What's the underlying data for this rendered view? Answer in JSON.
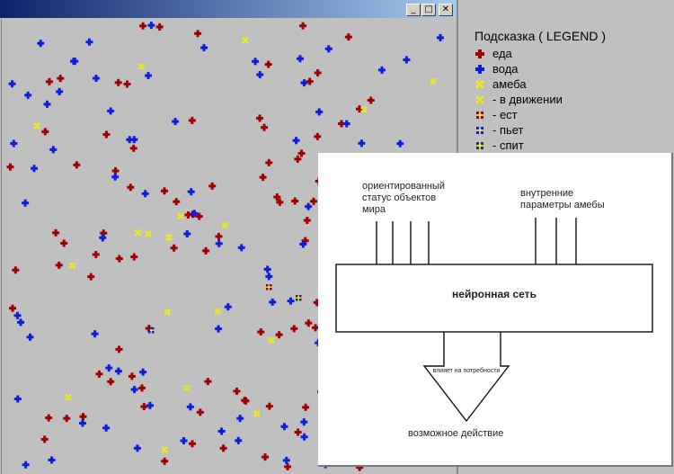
{
  "window": {
    "buttons": [
      {
        "name": "minimize-button",
        "glyph": "_"
      },
      {
        "name": "maximize-button",
        "glyph": "□"
      },
      {
        "name": "close-button",
        "glyph": "✕"
      }
    ]
  },
  "colors": {
    "food": "#a00000",
    "water": "#0a1ee0",
    "amoeba": "#f0f000",
    "background": "#c0c0c0"
  },
  "legend": {
    "title": "Подсказка ( LEGEND )",
    "items": [
      {
        "label": "еда",
        "icon": "food-cross-icon"
      },
      {
        "label": "вода",
        "icon": "water-cross-icon"
      },
      {
        "label": "амеба",
        "icon": "amoeba-icon"
      },
      {
        "label": "- в движении",
        "icon": "amoeba-moving-icon"
      },
      {
        "label": "- ест",
        "icon": "amoeba-eating-icon"
      },
      {
        "label": "- пьет",
        "icon": "amoeba-drinking-icon"
      },
      {
        "label": "- спит",
        "icon": "amoeba-sleeping-icon"
      }
    ]
  },
  "diagram": {
    "input_label_left": [
      "ориентированный",
      "статус объектов",
      "мира"
    ],
    "input_label_right": [
      "внутренние",
      "параметры амебы"
    ],
    "network_label": "нейронная сеть",
    "arrow_label": "влияет на потребности",
    "output_label": "возможное действие"
  }
}
